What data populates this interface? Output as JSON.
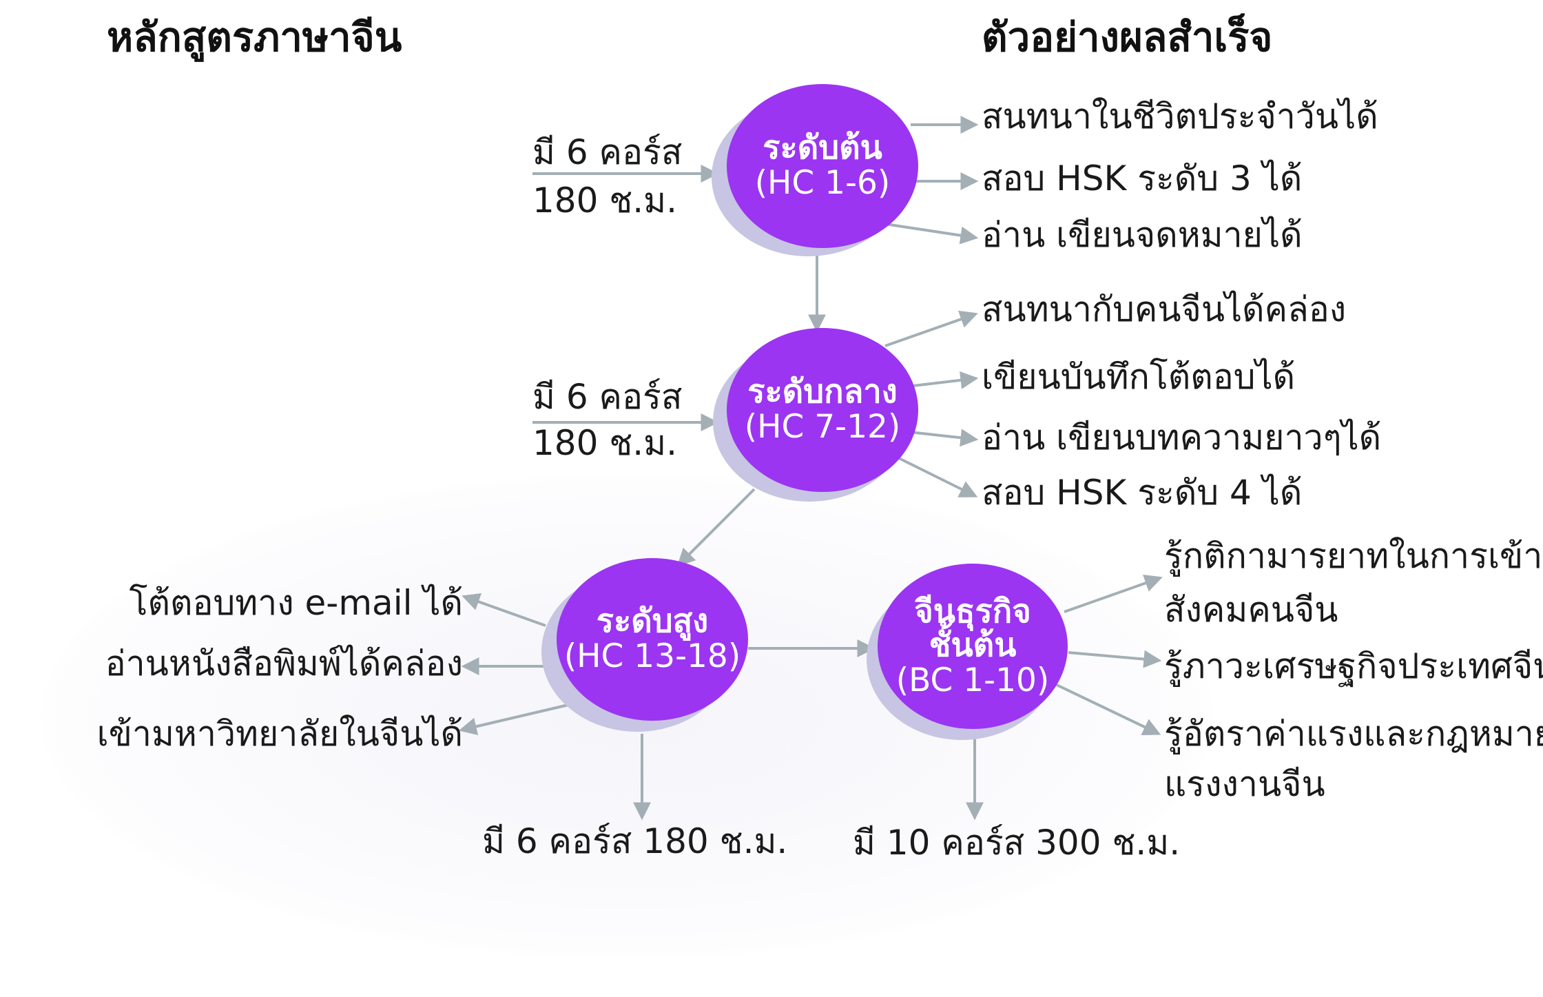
{
  "headings": {
    "left": "หลักสูตรภาษาจีน",
    "right": "ตัวอย่างผลสำเร็จ"
  },
  "colors": {
    "node": "#9b35f1",
    "node_shadow": "#c7c5e3",
    "arrow": "#a3afb5",
    "text": "#1a1a1a"
  },
  "levels": {
    "beginner": {
      "title": "ระดับต้น",
      "code": "(HC 1-6)",
      "input_line1": "มี 6 คอร์ส",
      "input_line2": "180 ช.ม.",
      "outcomes": [
        "สนทนาในชีวิตประจำวันได้",
        "สอบ HSK ระดับ 3 ได้",
        "อ่าน เขียนจดหมายได้"
      ]
    },
    "intermediate": {
      "title": "ระดับกลาง",
      "code": "(HC 7-12)",
      "input_line1": "มี 6 คอร์ส",
      "input_line2": "180 ช.ม.",
      "outcomes": [
        "สนทนากับคนจีนได้คล่อง",
        "เขียนบันทึกโต้ตอบได้",
        "อ่าน เขียนบทความยาวๆได้",
        "สอบ HSK ระดับ 4 ได้"
      ]
    },
    "advanced": {
      "title": "ระดับสูง",
      "code": "(HC 13-18)",
      "hours": "มี 6 คอร์ส 180 ช.ม.",
      "outcomes": [
        "โต้ตอบทาง e-mail ได้",
        "อ่านหนังสือพิมพ์ได้คล่อง",
        "เข้ามหาวิทยาลัยในจีนได้"
      ]
    },
    "business": {
      "title_line1": "จีนธุรกิจ",
      "title_line2": "ชั้นต้น",
      "code": "(BC 1-10)",
      "hours": "มี 10 คอร์ส 300 ช.ม.",
      "outcomes": [
        {
          "line1": "รู้กติกามารยาทในการเข้า",
          "line2": "สังคมคนจีน"
        },
        {
          "line1": "รู้ภาวะเศรษฐกิจประเทศจีน"
        },
        {
          "line1": "รู้อัตราค่าแรงและกฎหมาย",
          "line2": "แรงงานจีน"
        }
      ]
    }
  }
}
